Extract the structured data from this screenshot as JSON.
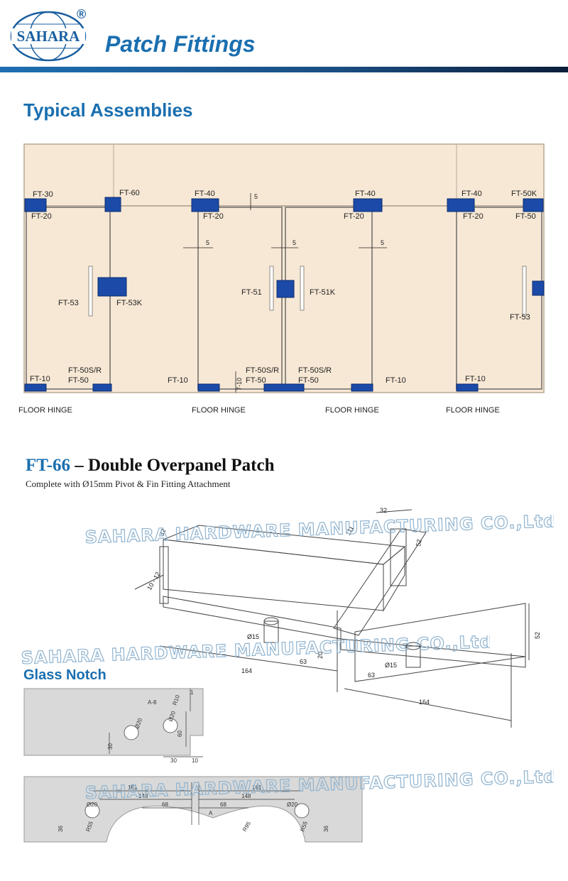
{
  "header": {
    "logo_text": "SAHARA",
    "registered_mark": "®",
    "title": "Patch Fittings"
  },
  "typical": {
    "heading": "Typical Assemblies",
    "labels": {
      "ft30": "FT-30",
      "ft20a": "FT-20",
      "ft60": "FT-60",
      "ft40a": "FT-40",
      "ft20b": "FT-20",
      "dim5top": "5",
      "ft40b": "FT-40",
      "ft20c": "FT-20",
      "ft40c": "FT-40",
      "ft20d": "FT-20",
      "ft50k": "FT-50K",
      "ft50top": "FT-50",
      "dim5a": "5",
      "dim5b": "5",
      "dim5c": "5",
      "ft53a": "FT-53",
      "ft53k": "FT-53K",
      "ft51": "FT-51",
      "ft51k": "FT-51K",
      "ft53b": "FT-53",
      "ft10a": "FT-10",
      "ft50sra": "FT-50S/R",
      "ft50a": "FT-50",
      "ft10b": "FT-10",
      "dim710": "7-10",
      "ft50srb": "FT-50S/R",
      "ft50b": "FT-50",
      "ft50src": "FT-50S/R",
      "ft50c": "FT-50",
      "ft10c": "FT-10",
      "ft10d": "FT-10"
    },
    "floor_hinge": "FLOOR HINGE"
  },
  "ft66": {
    "code": "FT-66",
    "dash_title": " – Double Overpanel Patch",
    "subtitle": "Complete with Ø15mm Pivot & Fin Fitting Attachment",
    "dims": {
      "d32a": "32",
      "d1012": "10 - 12",
      "d32b": "32",
      "d111": "111",
      "d52a": "52",
      "d52b": "52",
      "d15a": "Ø15",
      "d15b": "Ø15",
      "d63a": "63",
      "d63b": "63",
      "d20": "20",
      "d164a": "164",
      "d164b": "164"
    }
  },
  "watermark": "SAHARA HARDWARE MANUFACTURING CO.,Ltd",
  "notch": {
    "heading": "Glass Notch",
    "dims": {
      "a8": "A-8",
      "r10": "R10",
      "one": "1",
      "d20a": "Ø20",
      "d20b": "Ø20",
      "d30": "30",
      "d60": "60",
      "d30b": "30",
      "d10": "10",
      "d161a": "161",
      "d161b": "161",
      "d148a": "148",
      "d148b": "148",
      "d68a": "68",
      "d68b": "68",
      "A": "A",
      "d20c": "Ø20",
      "d20d": "Ø20",
      "d36a": "36",
      "d36b": "36",
      "r55a": "R55",
      "r55b": "R55",
      "r95": "R95"
    }
  }
}
